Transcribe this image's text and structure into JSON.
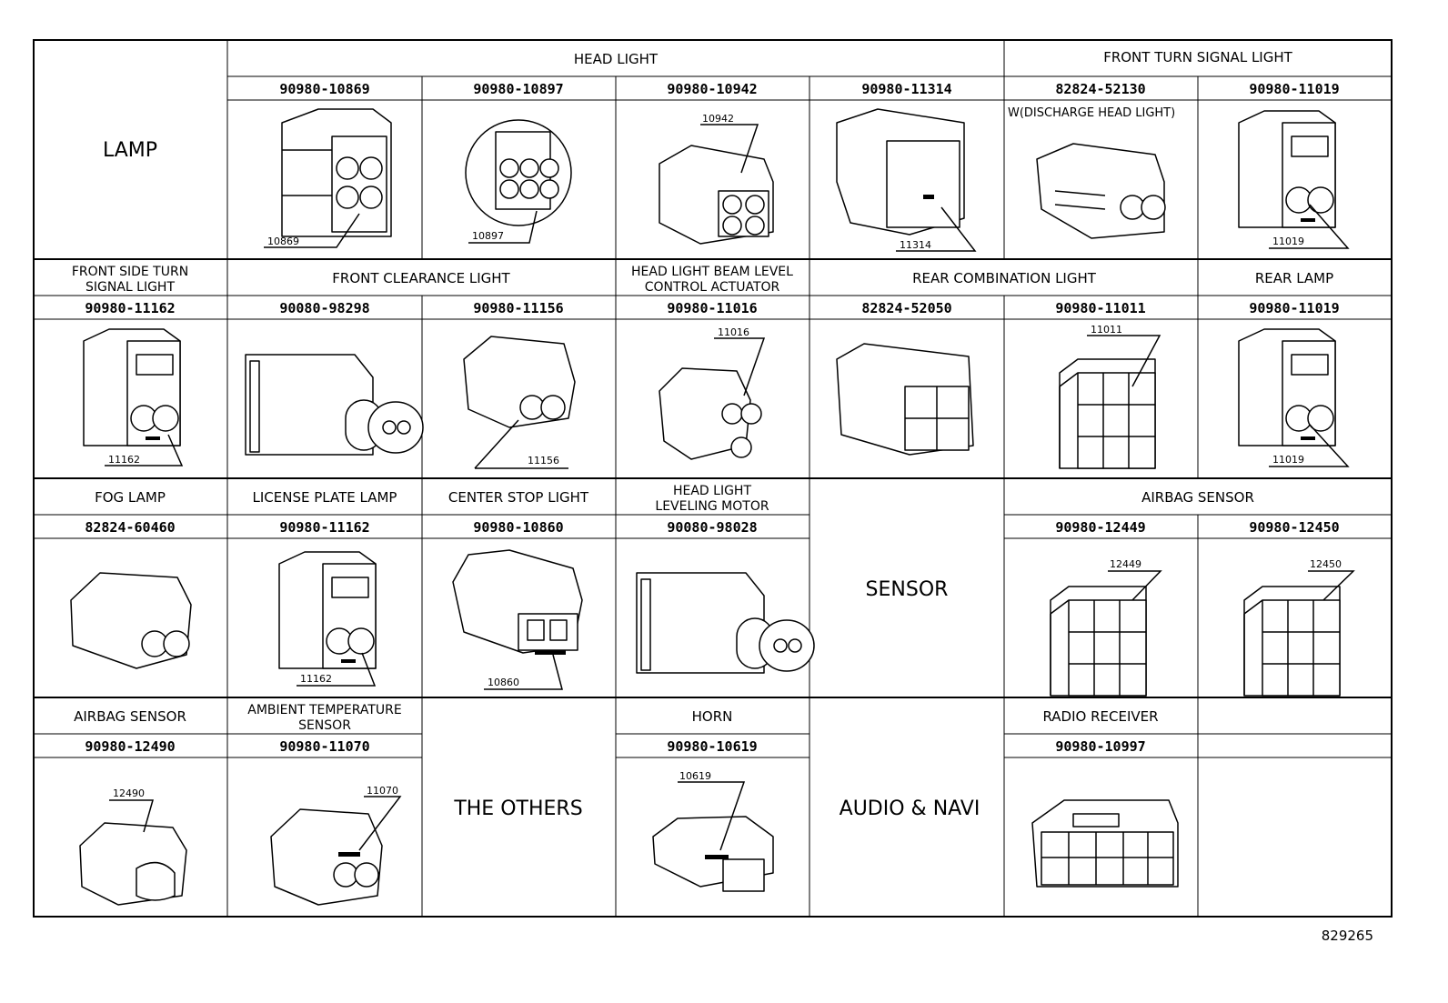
{
  "row1": {
    "lamp": "LAMP",
    "head_light": "HEAD LIGHT",
    "front_turn": "FRONT TURN SIGNAL LIGHT",
    "parts": [
      "90980-10869",
      "90980-10897",
      "90980-10942",
      "90980-11314",
      "82824-52130",
      "90980-11019"
    ],
    "tags": [
      "10869",
      "10897",
      "10942",
      "11314",
      "11019"
    ],
    "discharge_note": "W(DISCHARGE HEAD LIGHT)"
  },
  "row2": {
    "front_side_l1": "FRONT SIDE TURN",
    "front_side_l2": "SIGNAL LIGHT",
    "front_clearance": "FRONT CLEARANCE LIGHT",
    "beam_l1": "HEAD LIGHT BEAM LEVEL",
    "beam_l2": "CONTROL ACTUATOR",
    "rear_combination": "REAR COMBINATION LIGHT",
    "rear_lamp": "REAR LAMP",
    "parts": [
      "90980-11162",
      "90080-98298",
      "90980-11156",
      "90980-11016",
      "82824-52050",
      "90980-11011",
      "90980-11019"
    ],
    "tags": [
      "11162",
      "11156",
      "11016",
      "11011",
      "11019"
    ]
  },
  "row3": {
    "fog_lamp": "FOG LAMP",
    "license_plate": "LICENSE PLATE LAMP",
    "center_stop": "CENTER STOP LIGHT",
    "leveling_l1": "HEAD LIGHT",
    "leveling_l2": "LEVELING MOTOR",
    "sensor": "SENSOR",
    "airbag_sensor": "AIRBAG SENSOR",
    "parts": [
      "82824-60460",
      "90980-11162",
      "90980-10860",
      "90080-98028",
      "90980-12449",
      "90980-12450"
    ],
    "tags": [
      "11162",
      "10860",
      "12449",
      "12450"
    ]
  },
  "row4": {
    "airbag_sensor": "AIRBAG SENSOR",
    "ambient_l1": "AMBIENT TEMPERATURE",
    "ambient_l2": "SENSOR",
    "the_others": "THE OTHERS",
    "horn": "HORN",
    "audio_navi": "AUDIO & NAVI",
    "radio_receiver": "RADIO RECEIVER",
    "parts": [
      "90980-12490",
      "90980-11070",
      "90980-10619",
      "90980-10997"
    ],
    "tags": [
      "12490",
      "11070",
      "10619"
    ]
  },
  "footer": {
    "code": "829265"
  }
}
